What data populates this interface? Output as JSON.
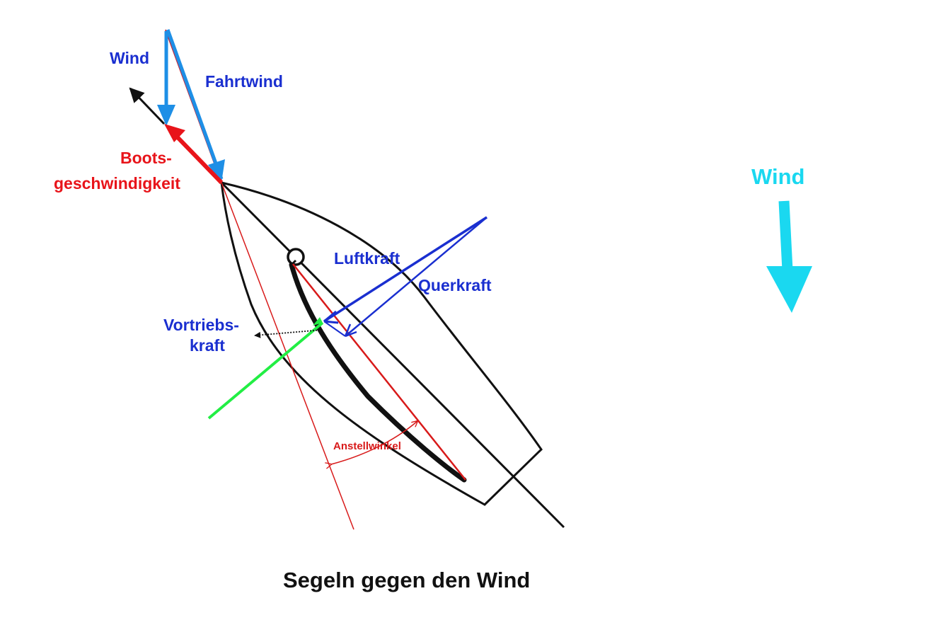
{
  "labels": {
    "wind_small": "Wind",
    "fahrtwind": "Fahrtwind",
    "boots_line1": "Boots-",
    "boots_line2": "geschwindigkeit",
    "luftkraft": "Luftkraft",
    "querkraft": "Querkraft",
    "vortriebs_line1": "Vortriebs-",
    "vortriebs_line2": "kraft",
    "anstellwinkel": "Anstellwinkel",
    "wind_big": "Wind",
    "caption": "Segeln gegen den Wind"
  },
  "colors": {
    "wind_blue": "#1e8fe6",
    "label_blue": "#1a2fd0",
    "boat_speed_red": "#e8141a",
    "angle_red": "#d81a1a",
    "green": "#22ee44",
    "cyan": "#1ad8f0",
    "black": "#111111"
  }
}
